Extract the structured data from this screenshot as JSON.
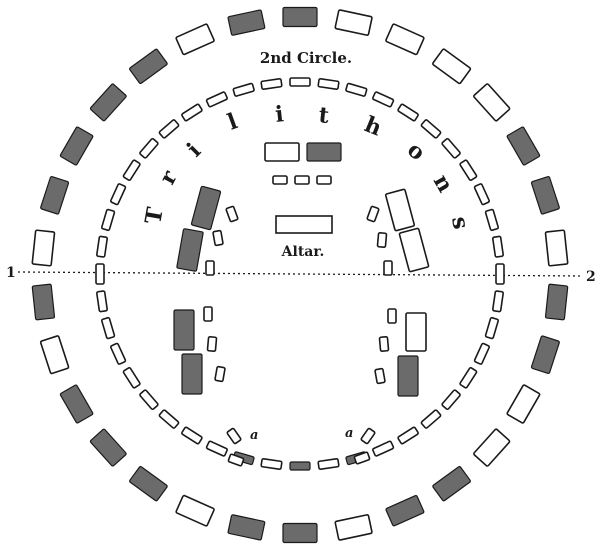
{
  "labels": {
    "second_circle": "2nd Circle.",
    "trilithons": [
      "T",
      "r",
      "i",
      "l",
      "i",
      "t",
      "h",
      "o",
      "n",
      "s"
    ],
    "altar": "Altar.",
    "axis_left": "1",
    "axis_right": "2",
    "mark_a": "a"
  },
  "colors": {
    "ink": "#1a1a1a",
    "stone_dark": "#6b6b6b",
    "paper": "#ffffff"
  }
}
